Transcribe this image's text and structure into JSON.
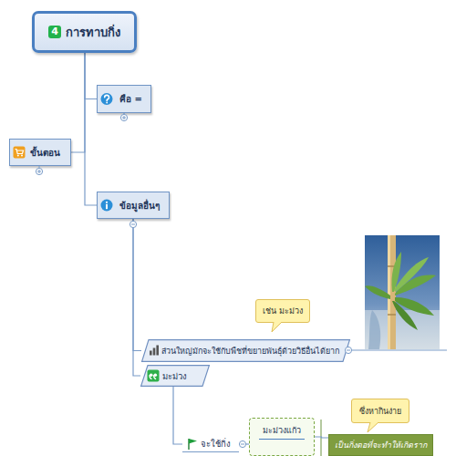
{
  "diagram": {
    "nodes": [
      {
        "text": [
          "4",
          "การทาบกิ่ง"
        ]
      },
      {
        "text": [
          "คือ ="
        ]
      },
      {
        "text": [
          "ขั้นตอน"
        ]
      },
      {
        "text": [
          "ข้อมูลอื่นๆ"
        ]
      },
      {
        "text": [
          "เช่น มะม่วง"
        ]
      },
      {
        "text": [
          "ส่วนใหญ่มักจะใช้กับพืชที่ขยายพันธุ์ด้วยวิธีอื่นได้ยาก"
        ]
      },
      {
        "text": [
          "มะม่วง"
        ]
      },
      {
        "text": [
          "ซึ่งหากินง่าย"
        ]
      },
      {
        "text": [
          "จะใช้กิ่ง"
        ]
      },
      {
        "text": [
          "มะม่วงแก้ว"
        ]
      },
      {
        "text": [
          "เป็นกิ่งตอที่จะทำให้เกิดราก"
        ]
      }
    ],
    "edges": [
      {
        "from": 0,
        "to": 1,
        "arrow": "none"
      },
      {
        "from": 0,
        "to": 2,
        "arrow": "none"
      },
      {
        "from": 0,
        "to": 3,
        "arrow": "none"
      },
      {
        "from": 3,
        "to": 5,
        "arrow": "none"
      },
      {
        "from": 3,
        "to": 6,
        "arrow": "none"
      },
      {
        "from": 6,
        "to": 8,
        "arrow": "none"
      },
      {
        "from": 8,
        "to": 9,
        "arrow": "none"
      },
      {
        "from": 9,
        "to": 10,
        "arrow": "none"
      }
    ]
  }
}
